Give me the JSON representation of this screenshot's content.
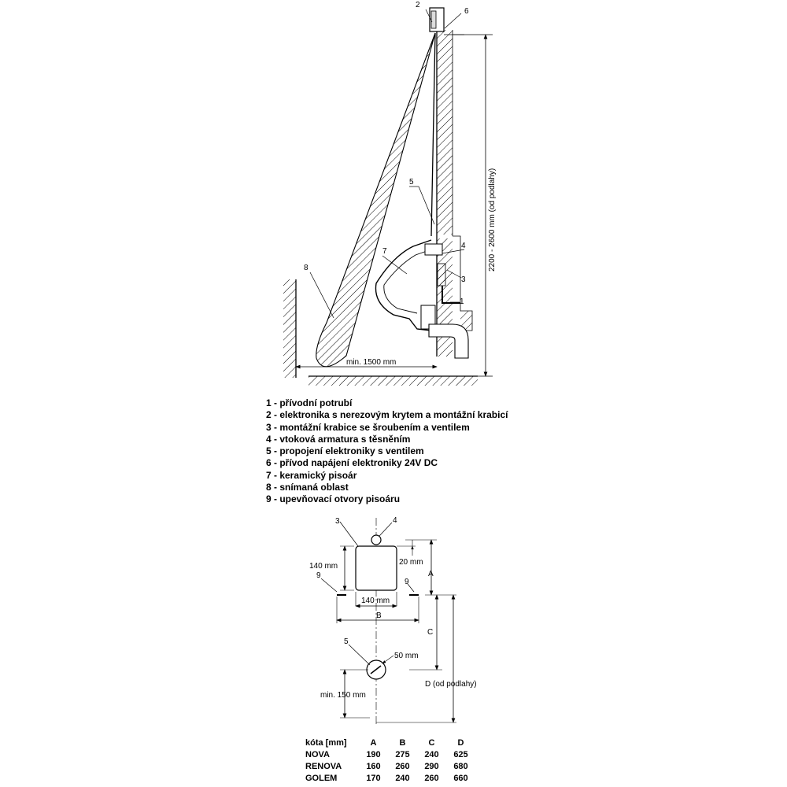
{
  "side_view": {
    "callouts": [
      "1",
      "2",
      "3",
      "4",
      "5",
      "6",
      "7",
      "8"
    ],
    "height_dimension": "2200 - 2600 mm (od podlahy)",
    "distance_dimension": "min. 1500 mm"
  },
  "legend": [
    "1 - přívodní potrubí",
    "2 - elektronika s nerezovým krytem a montážní krabicí",
    "3 - montážní krabice se šroubením a ventilem",
    "4 - vtoková armatura s těsněním",
    "5 - propojení elektroniky s ventilem",
    "6 - přívod napájení elektroniky 24V DC",
    "7 - keramický pisoár",
    "8 - snímaná oblast",
    "9 - upevňovací otvory pisoáru"
  ],
  "front_view": {
    "callouts": [
      "3",
      "4",
      "9",
      "9",
      "5"
    ],
    "box_height": "140 mm",
    "box_width": "140 mm",
    "offset": "20 mm",
    "pipe_diameter": "50 mm",
    "min_below": "min. 150 mm",
    "letters": {
      "A": "A",
      "B": "B",
      "C": "C",
      "D": "D (od podlahy)"
    }
  },
  "dimension_table": {
    "header": [
      "kóta [mm]",
      "A",
      "B",
      "C",
      "D"
    ],
    "rows": [
      [
        "NOVA",
        "190",
        "275",
        "240",
        "625"
      ],
      [
        "RENOVA",
        "160",
        "260",
        "290",
        "680"
      ],
      [
        "GOLEM",
        "170",
        "240",
        "260",
        "660"
      ]
    ]
  }
}
